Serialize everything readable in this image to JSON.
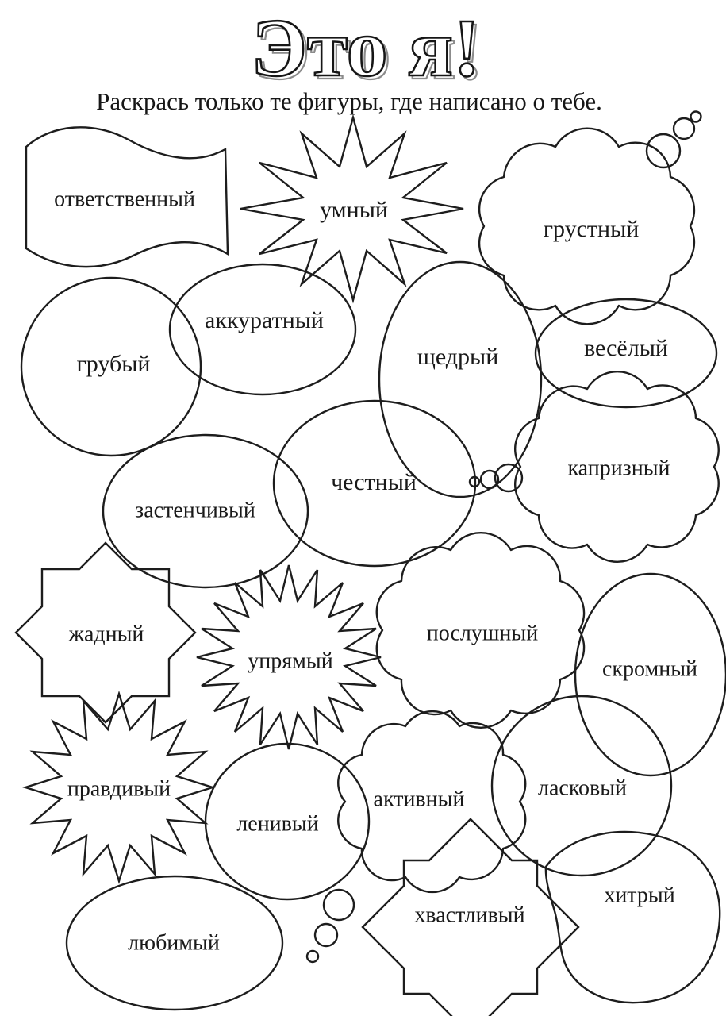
{
  "doc": {
    "title": "Это я!",
    "instruction": "Раскрась только те фигуры, где написано о тебе."
  },
  "shapes": [
    {
      "id": "responsible",
      "label": "ответственный",
      "figure": "wavy-flag"
    },
    {
      "id": "smart",
      "label": "умный",
      "figure": "starburst-12"
    },
    {
      "id": "sad",
      "label": "грустный",
      "figure": "thought-cloud"
    },
    {
      "id": "neat",
      "label": "аккуратный",
      "figure": "oval"
    },
    {
      "id": "rude",
      "label": "грубый",
      "figure": "oval"
    },
    {
      "id": "generous",
      "label": "щедрый",
      "figure": "oval"
    },
    {
      "id": "cheerful",
      "label": "весёлый",
      "figure": "oval"
    },
    {
      "id": "honest",
      "label": "честный",
      "figure": "oval"
    },
    {
      "id": "capricious",
      "label": "капризный",
      "figure": "thought-cloud"
    },
    {
      "id": "shy",
      "label": "застенчивый",
      "figure": "oval"
    },
    {
      "id": "greedy",
      "label": "жадный",
      "figure": "star-8"
    },
    {
      "id": "stubborn",
      "label": "упрямый",
      "figure": "starburst-20"
    },
    {
      "id": "obedient",
      "label": "послушный",
      "figure": "cloud"
    },
    {
      "id": "modest",
      "label": "скромный",
      "figure": "oval"
    },
    {
      "id": "truthful",
      "label": "правдивый",
      "figure": "starburst-16"
    },
    {
      "id": "lazy",
      "label": "ленивый",
      "figure": "oval"
    },
    {
      "id": "active",
      "label": "активный",
      "figure": "cloud"
    },
    {
      "id": "affectionate",
      "label": "ласковый",
      "figure": "circle"
    },
    {
      "id": "loved",
      "label": "любимый",
      "figure": "oval"
    },
    {
      "id": "boastful",
      "label": "хвастливый",
      "figure": "star-8"
    },
    {
      "id": "cunning",
      "label": "хитрый",
      "figure": "bean-blob"
    }
  ],
  "colors": {
    "ink": "#1d1d1d",
    "paper": "#ffffff"
  }
}
